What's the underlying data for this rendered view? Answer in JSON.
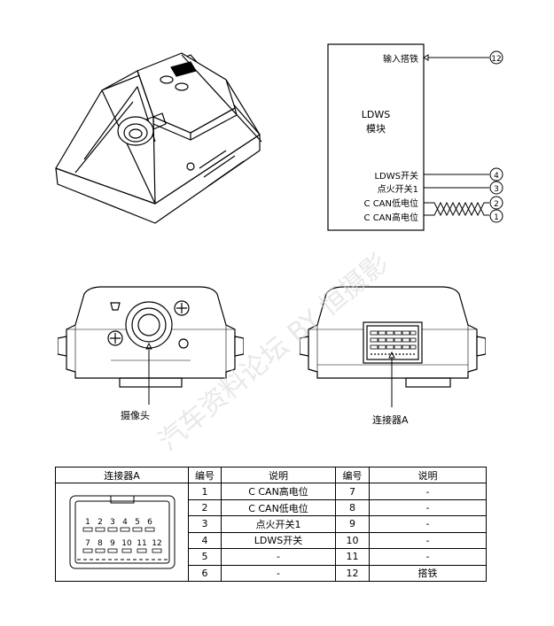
{
  "wiring": {
    "module_title_1": "LDWS",
    "module_title_2": "模块",
    "signals": [
      {
        "label": "输入搭铁",
        "pin": "12"
      },
      {
        "label": "LDWS开关",
        "pin": "4"
      },
      {
        "label": "点火开关1",
        "pin": "3"
      },
      {
        "label": "C CAN低电位",
        "pin": "2"
      },
      {
        "label": "C CAN高电位",
        "pin": "1"
      }
    ]
  },
  "views": {
    "camera_label": "摄像头",
    "connector_label": "连接器A"
  },
  "connector_diagram": {
    "row1": [
      "1",
      "2",
      "3",
      "4",
      "5",
      "6"
    ],
    "row2": [
      "7",
      "8",
      "9",
      "10",
      "11",
      "12"
    ]
  },
  "table": {
    "headers": {
      "connector": "连接器A",
      "no1": "编号",
      "desc1": "说明",
      "no2": "编号",
      "desc2": "说明"
    },
    "rows": [
      {
        "no1": "1",
        "desc1": "C CAN高电位",
        "no2": "7",
        "desc2": "-"
      },
      {
        "no1": "2",
        "desc1": "C CAN低电位",
        "no2": "8",
        "desc2": "-"
      },
      {
        "no1": "3",
        "desc1": "点火开关1",
        "no2": "9",
        "desc2": "-"
      },
      {
        "no1": "4",
        "desc1": "LDWS开关",
        "no2": "10",
        "desc2": "-"
      },
      {
        "no1": "5",
        "desc1": "-",
        "no2": "11",
        "desc2": "-"
      },
      {
        "no1": "6",
        "desc1": "-",
        "no2": "12",
        "desc2": "搭铁"
      }
    ]
  },
  "watermark": "汽车资料论坛 BY 恒摄影"
}
